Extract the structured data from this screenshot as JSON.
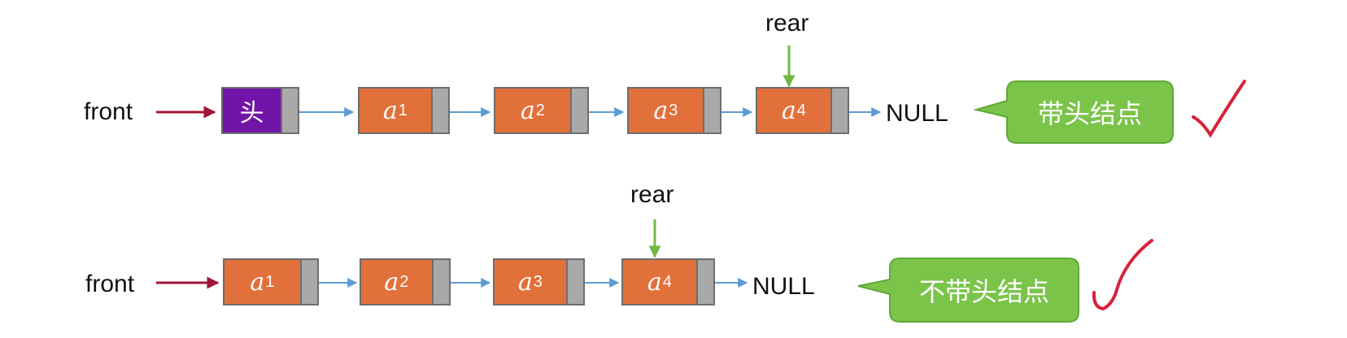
{
  "row1": {
    "front_label": "front",
    "rear_label": "rear",
    "head_node": "头",
    "nodes": [
      {
        "symbol": "a",
        "index": "1"
      },
      {
        "symbol": "a",
        "index": "2"
      },
      {
        "symbol": "a",
        "index": "3"
      },
      {
        "symbol": "a",
        "index": "4"
      }
    ],
    "null_label": "NULL",
    "callout": "带头结点"
  },
  "row2": {
    "front_label": "front",
    "rear_label": "rear",
    "nodes": [
      {
        "symbol": "a",
        "index": "1"
      },
      {
        "symbol": "a",
        "index": "2"
      },
      {
        "symbol": "a",
        "index": "3"
      },
      {
        "symbol": "a",
        "index": "4"
      }
    ],
    "null_label": "NULL",
    "callout": "不带头结点"
  },
  "colors": {
    "node_fill": "#e2703a",
    "head_fill": "#7114a8",
    "pointer_fill": "#a9a9a9",
    "link_arrow": "#5b9bd5",
    "front_arrow": "#a01435",
    "rear_arrow": "#70b845",
    "callout_fill": "#7bc44a",
    "check_mark": "#d6223c"
  }
}
